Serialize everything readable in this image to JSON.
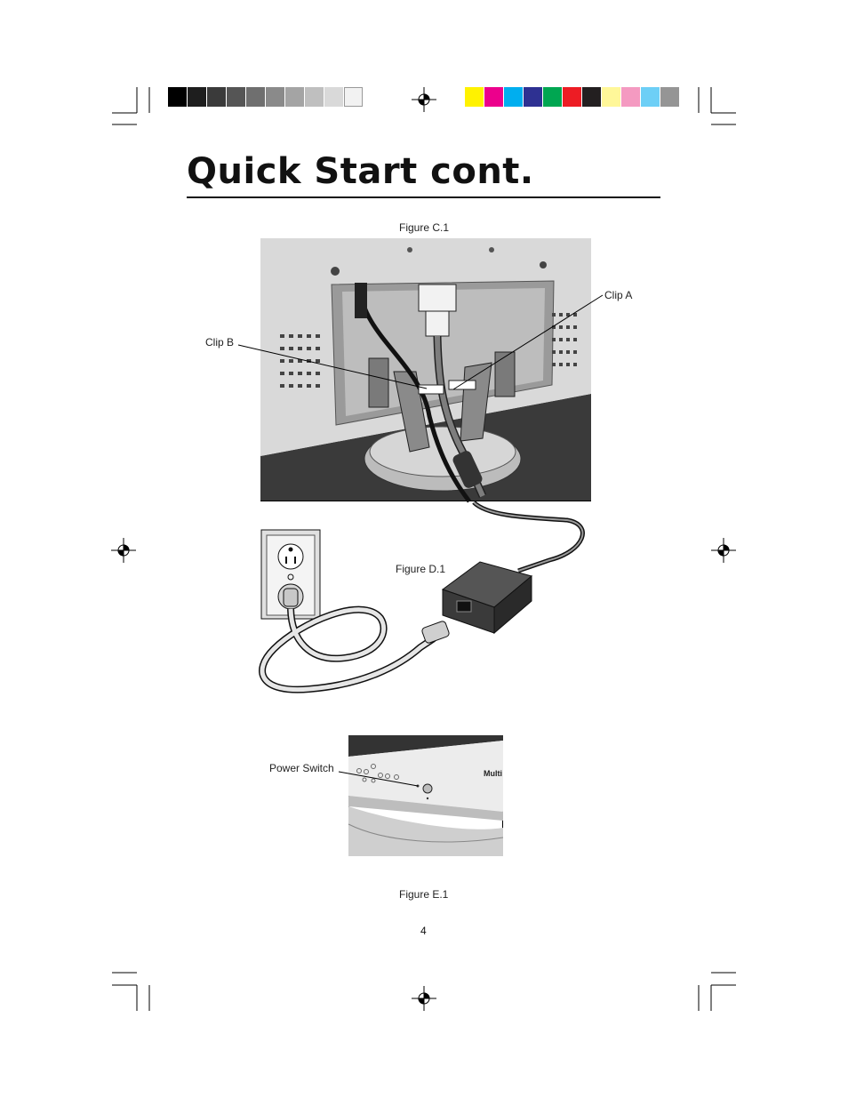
{
  "title": "Quick Start cont.",
  "figures": {
    "c1": {
      "caption": "Figure C.1",
      "label_clip_a": "Clip A",
      "label_clip_b": "Clip B"
    },
    "d1": {
      "caption": "Figure D.1"
    },
    "e1": {
      "caption": "Figure E.1",
      "label_power_switch": "Power Switch",
      "brand_text": "Multi"
    }
  },
  "page_number": "4",
  "registration": {
    "gray_swatches": [
      "#000000",
      "#1e1e1e",
      "#3a3a3a",
      "#555555",
      "#6f6f6f",
      "#8a8a8a",
      "#a4a4a4",
      "#bfbfbf",
      "#d9d9d9",
      "#f2f2f2"
    ],
    "color_swatches": [
      "#fff200",
      "#ec008c",
      "#00aeef",
      "#2e3192",
      "#00a651",
      "#ed1c24",
      "#231f20",
      "#fff799",
      "#f49ac1",
      "#6dcff6",
      "#959595"
    ]
  }
}
